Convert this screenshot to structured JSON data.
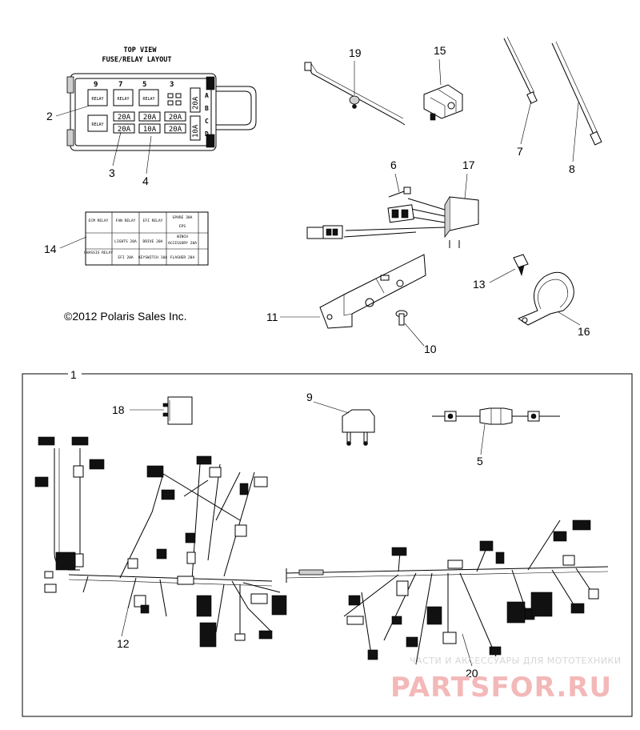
{
  "fuse_layout": {
    "title_line1": "TOP VIEW",
    "title_line2": "FUSE/RELAY LAYOUT",
    "positions": [
      "9",
      "7",
      "5",
      "3"
    ],
    "rows": [
      "A",
      "B",
      "C",
      "D"
    ],
    "relay_label": "RELAY",
    "fuses_row1": [
      "20A",
      "20A",
      "20A"
    ],
    "fuses_row2": [
      "20A",
      "10A",
      "20A"
    ],
    "side_fuses": [
      "20A",
      "10A"
    ]
  },
  "label_chart": {
    "cells": [
      [
        "ECM RELAY",
        "FAN RELAY",
        "EFI RELAY",
        "SPARE 30A"
      ],
      [
        "CHASSIS RELAY",
        "LIGHTS 20A",
        "DRIVE 20A",
        "ACCESSORY 20A"
      ],
      [
        "",
        "EFI 20A",
        "KEYSWITCH 10A",
        "FLASHER 20A"
      ]
    ],
    "extra": [
      "EPS",
      "WINCH"
    ]
  },
  "copyright": "©2012 Polaris Sales Inc.",
  "callouts": {
    "c1": "1",
    "c2": "2",
    "c3": "3",
    "c4": "4",
    "c5": "5",
    "c6": "6",
    "c7": "7",
    "c8": "8",
    "c9": "9",
    "c10": "10",
    "c11": "11",
    "c12": "12",
    "c13": "13",
    "c14": "14",
    "c15": "15",
    "c16": "16",
    "c17": "17",
    "c18": "18",
    "c19": "19",
    "c20": "20"
  },
  "watermark": {
    "tagline": "ЧАСТИ И АКСЕССУАРЫ ДЛЯ МОТОТЕХНИКИ",
    "brand": "PARTSFOR.RU"
  }
}
